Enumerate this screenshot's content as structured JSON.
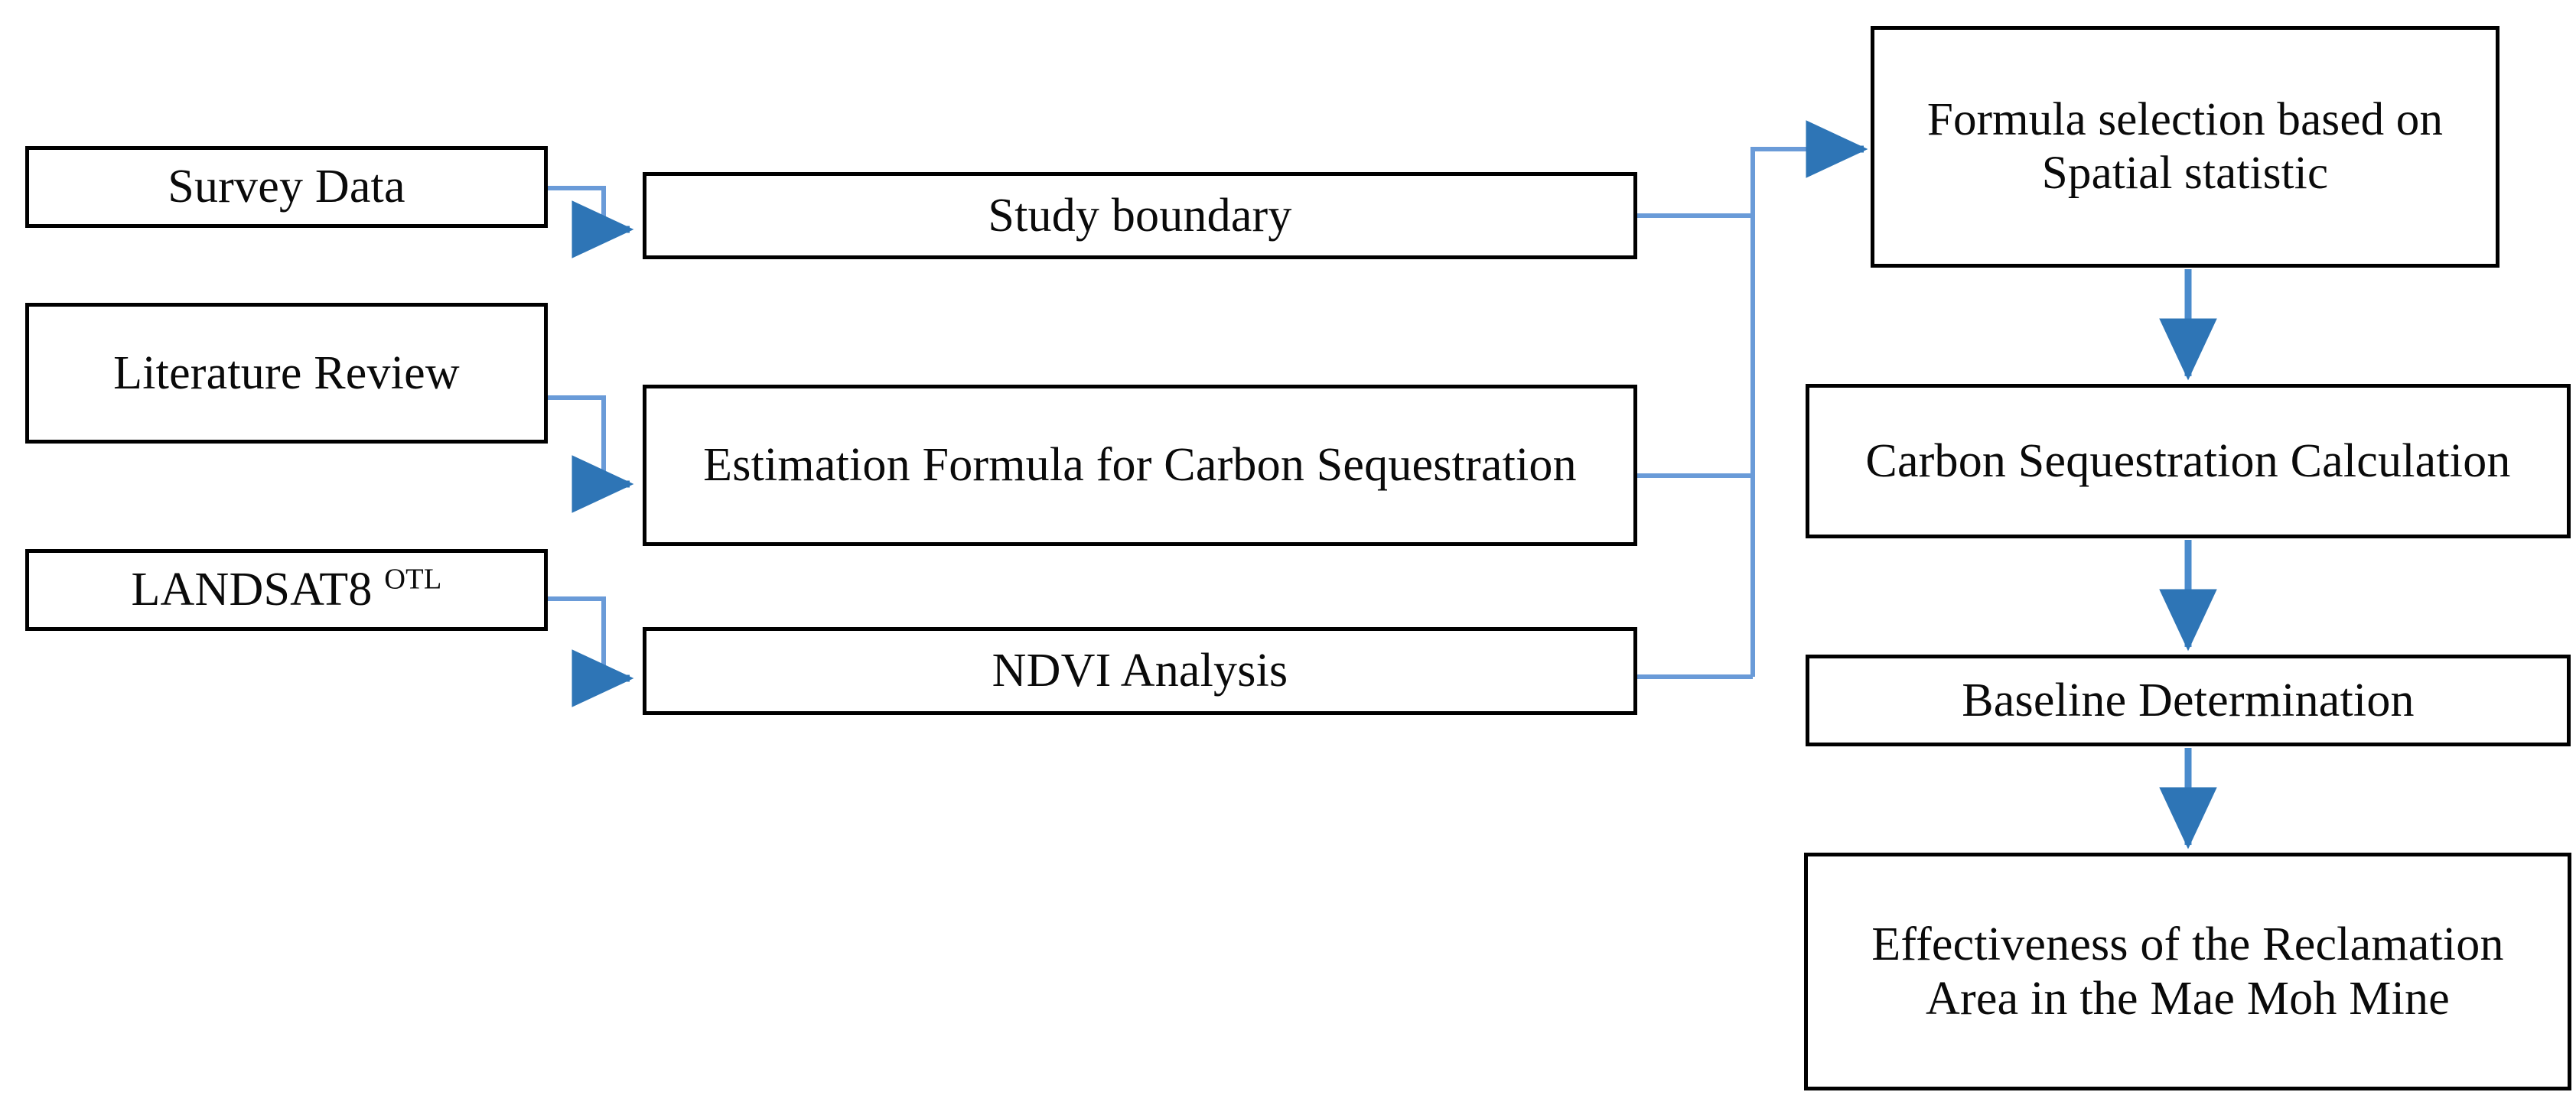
{
  "diagram": {
    "type": "flowchart",
    "title": "Carbon Sequestration Assessment Methodology Flowchart",
    "orientation": "left-to-right",
    "colors": {
      "node_border": "#000000",
      "node_fill": "#ffffff",
      "connector_thin": "#6A9BD8",
      "connector_bold": "#2E75B6",
      "text": "#0a0a0a"
    },
    "columns": [
      {
        "name": "data-sources",
        "node_ids": [
          "survey-data",
          "literature-review",
          "landsat8"
        ]
      },
      {
        "name": "processing",
        "node_ids": [
          "study-boundary",
          "estimation-formula",
          "ndvi-analysis"
        ]
      },
      {
        "name": "analysis-results",
        "node_ids": [
          "formula-selection",
          "carbon-calc",
          "baseline",
          "effectiveness"
        ]
      }
    ]
  },
  "nodes": {
    "survey_data": {
      "label": "Survey Data"
    },
    "literature_review": {
      "label": "Literature Review"
    },
    "landsat8": {
      "label": "LANDSAT8",
      "superscript": "OTL"
    },
    "study_boundary": {
      "label": "Study boundary"
    },
    "estimation_formula": {
      "label": "Estimation Formula for Carbon Sequestration"
    },
    "ndvi_analysis": {
      "label": "NDVI Analysis"
    },
    "formula_selection": {
      "label": "Formula selection based on Spatial statistic"
    },
    "carbon_calc": {
      "label": "Carbon Sequestration Calculation"
    },
    "baseline": {
      "label": "Baseline Determination"
    },
    "effectiveness": {
      "label": "Effectiveness of the Reclamation Area in the Mae Moh Mine"
    }
  },
  "edges": [
    {
      "id": "e1",
      "from": "survey-data",
      "to": "study-boundary",
      "style": "elbow",
      "arrow": true
    },
    {
      "id": "e2",
      "from": "literature-review",
      "to": "estimation-formula",
      "style": "elbow",
      "arrow": true
    },
    {
      "id": "e3",
      "from": "landsat8",
      "to": "ndvi-analysis",
      "style": "elbow",
      "arrow": true
    },
    {
      "id": "e4",
      "from": "study-boundary",
      "to": "formula-selection",
      "style": "merge-trunk",
      "arrow": true
    },
    {
      "id": "e5",
      "from": "estimation-formula",
      "to": "formula-selection",
      "style": "merge-trunk",
      "arrow": true
    },
    {
      "id": "e6",
      "from": "ndvi-analysis",
      "to": "formula-selection",
      "style": "merge-trunk",
      "arrow": true
    },
    {
      "id": "e7",
      "from": "formula-selection",
      "to": "carbon-calc",
      "style": "vertical",
      "arrow": true
    },
    {
      "id": "e8",
      "from": "carbon-calc",
      "to": "baseline",
      "style": "vertical",
      "arrow": true
    },
    {
      "id": "e9",
      "from": "baseline",
      "to": "effectiveness",
      "style": "vertical",
      "arrow": true
    }
  ]
}
